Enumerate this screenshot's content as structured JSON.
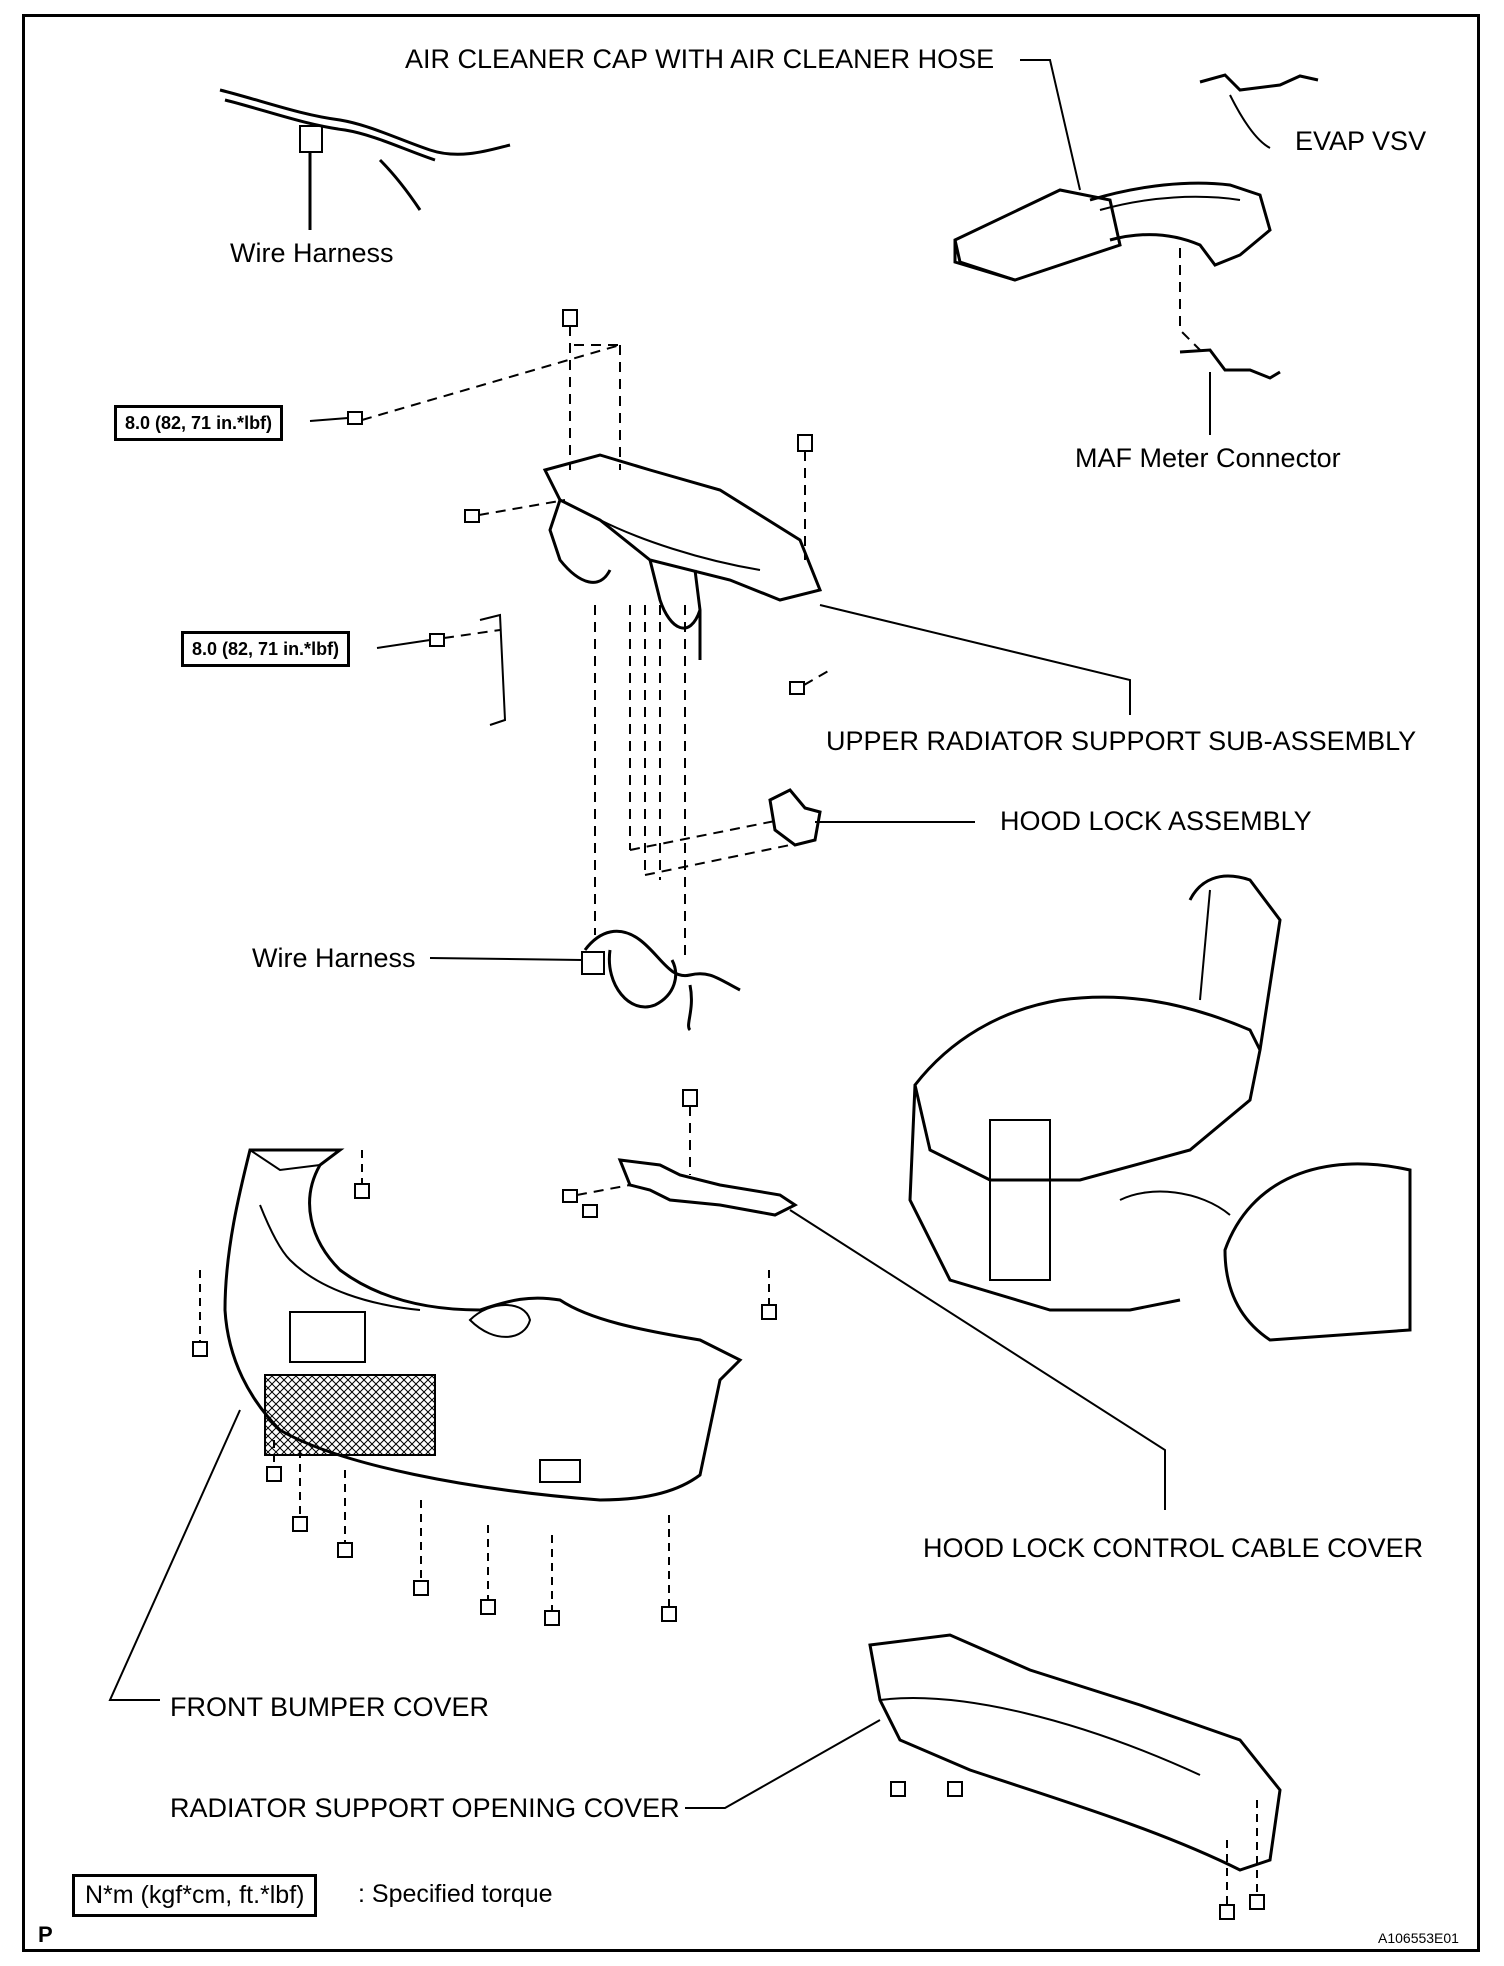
{
  "labels": {
    "air_cleaner": "AIR CLEANER CAP WITH AIR CLEANER HOSE",
    "evap_vsv": "EVAP VSV",
    "wire_harness_top": "Wire Harness",
    "maf_connector": "MAF Meter Connector",
    "upper_radiator": "UPPER RADIATOR SUPPORT SUB-ASSEMBLY",
    "hood_lock": "HOOD LOCK ASSEMBLY",
    "wire_harness_mid": "Wire Harness",
    "hood_lock_cable_cover": "HOOD LOCK CONTROL CABLE COVER",
    "front_bumper_cover": "FRONT BUMPER COVER",
    "radiator_opening_cover": "RADIATOR SUPPORT OPENING COVER"
  },
  "torques": {
    "t1": "8.0 (82, 71 in.*lbf)",
    "t2": "8.0 (82, 71 in.*lbf)"
  },
  "legend": {
    "box": "N*m (kgf*cm, ft.*lbf)",
    "text": ": Specified torque"
  },
  "footer": {
    "page_mark": "P",
    "figure_id": "A106553E01"
  }
}
